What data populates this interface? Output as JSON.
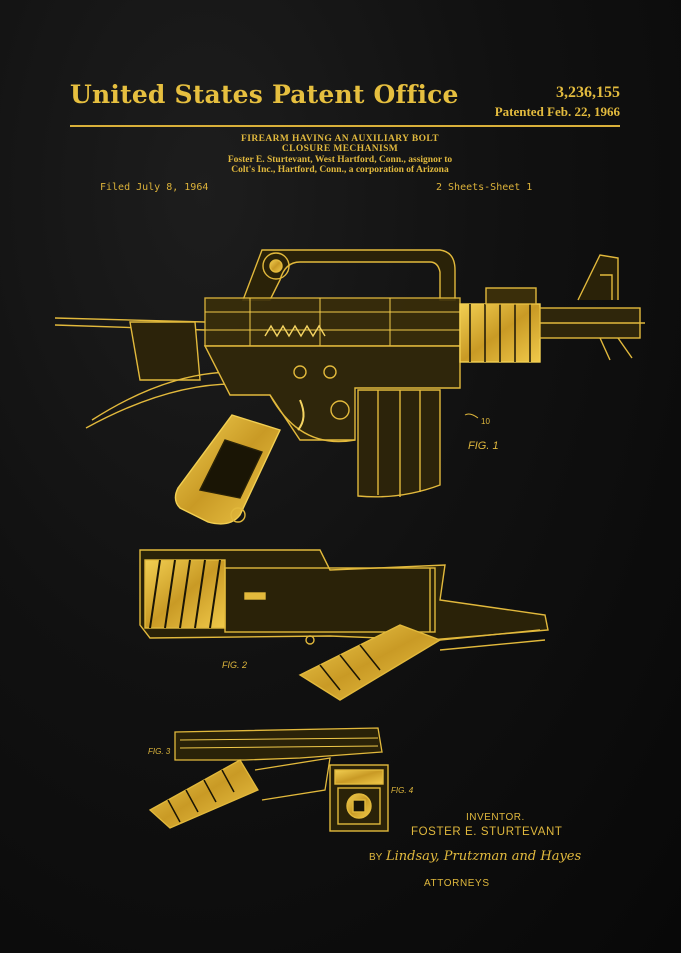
{
  "header": {
    "office": "United States Patent Office",
    "patent_number": "3,236,155",
    "patented_date": "Patented Feb. 22, 1966"
  },
  "invention": {
    "title_line1": "FIREARM HAVING AN AUXILIARY BOLT",
    "title_line2": "CLOSURE MECHANISM",
    "inventor_line": "Foster E. Sturtevant, West Hartford, Conn., assignor to",
    "assignee_line": "Colt's Inc., Hartford, Conn., a corporation of Arizona"
  },
  "filing": {
    "filed": "Filed July 8, 1964",
    "sheets": "2 Sheets-Sheet 1"
  },
  "figures": {
    "fig1": "FIG. 1",
    "fig2": "FIG. 2",
    "fig3": "FIG. 3",
    "fig4": "FIG. 4",
    "ref_10": "10"
  },
  "signatures": {
    "inventor_heading": "INVENTOR.",
    "inventor_name": "FOSTER E. STURTEVANT",
    "by": "BY",
    "attorney_signature": "Lindsay, Prutzman and Hayes",
    "attorneys_label": "ATTORNEYS"
  },
  "colors": {
    "background": "#0d0d0d",
    "gold": "#e3bb3e"
  }
}
